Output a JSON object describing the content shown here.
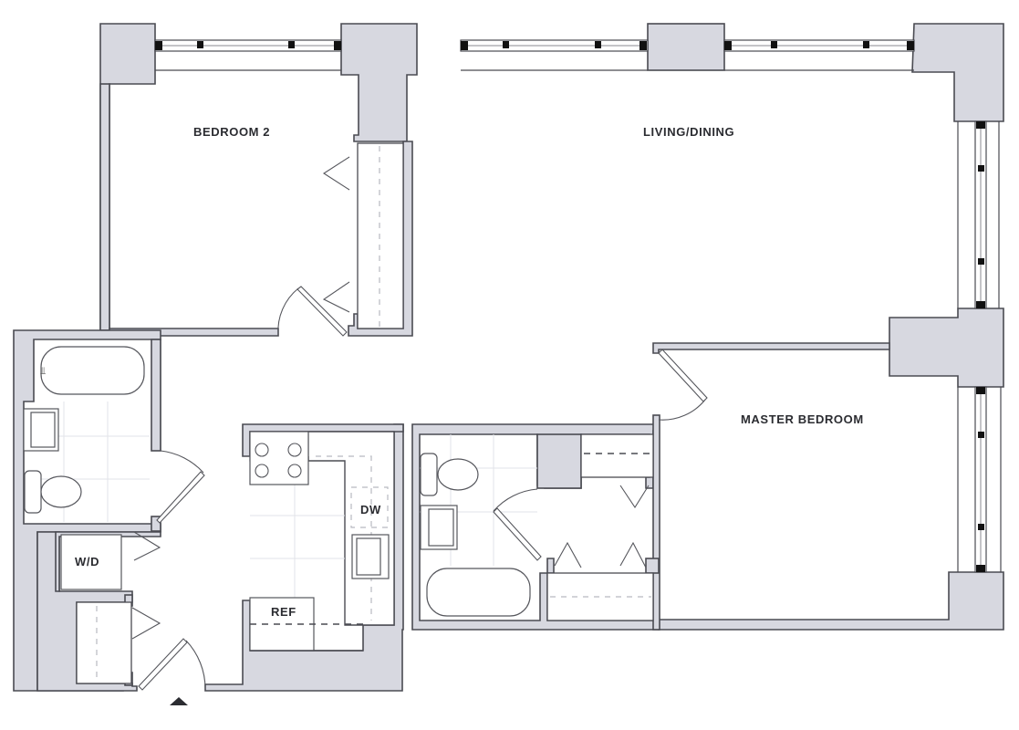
{
  "floorplan": {
    "rooms": {
      "bedroom2": "BEDROOM 2",
      "living_dining": "LIVING/DINING",
      "master_bedroom": "MASTER BEDROOM"
    },
    "appliances": {
      "dishwasher": "DW",
      "refrigerator": "REF",
      "washer_dryer": "W/D"
    },
    "icons": {
      "entry_marker": "triangle-up"
    },
    "colors": {
      "wall_fill": "#d7d8e0",
      "wall_stroke": "#4a4b52",
      "background": "#ffffff",
      "window_mullion": "#111111"
    }
  }
}
